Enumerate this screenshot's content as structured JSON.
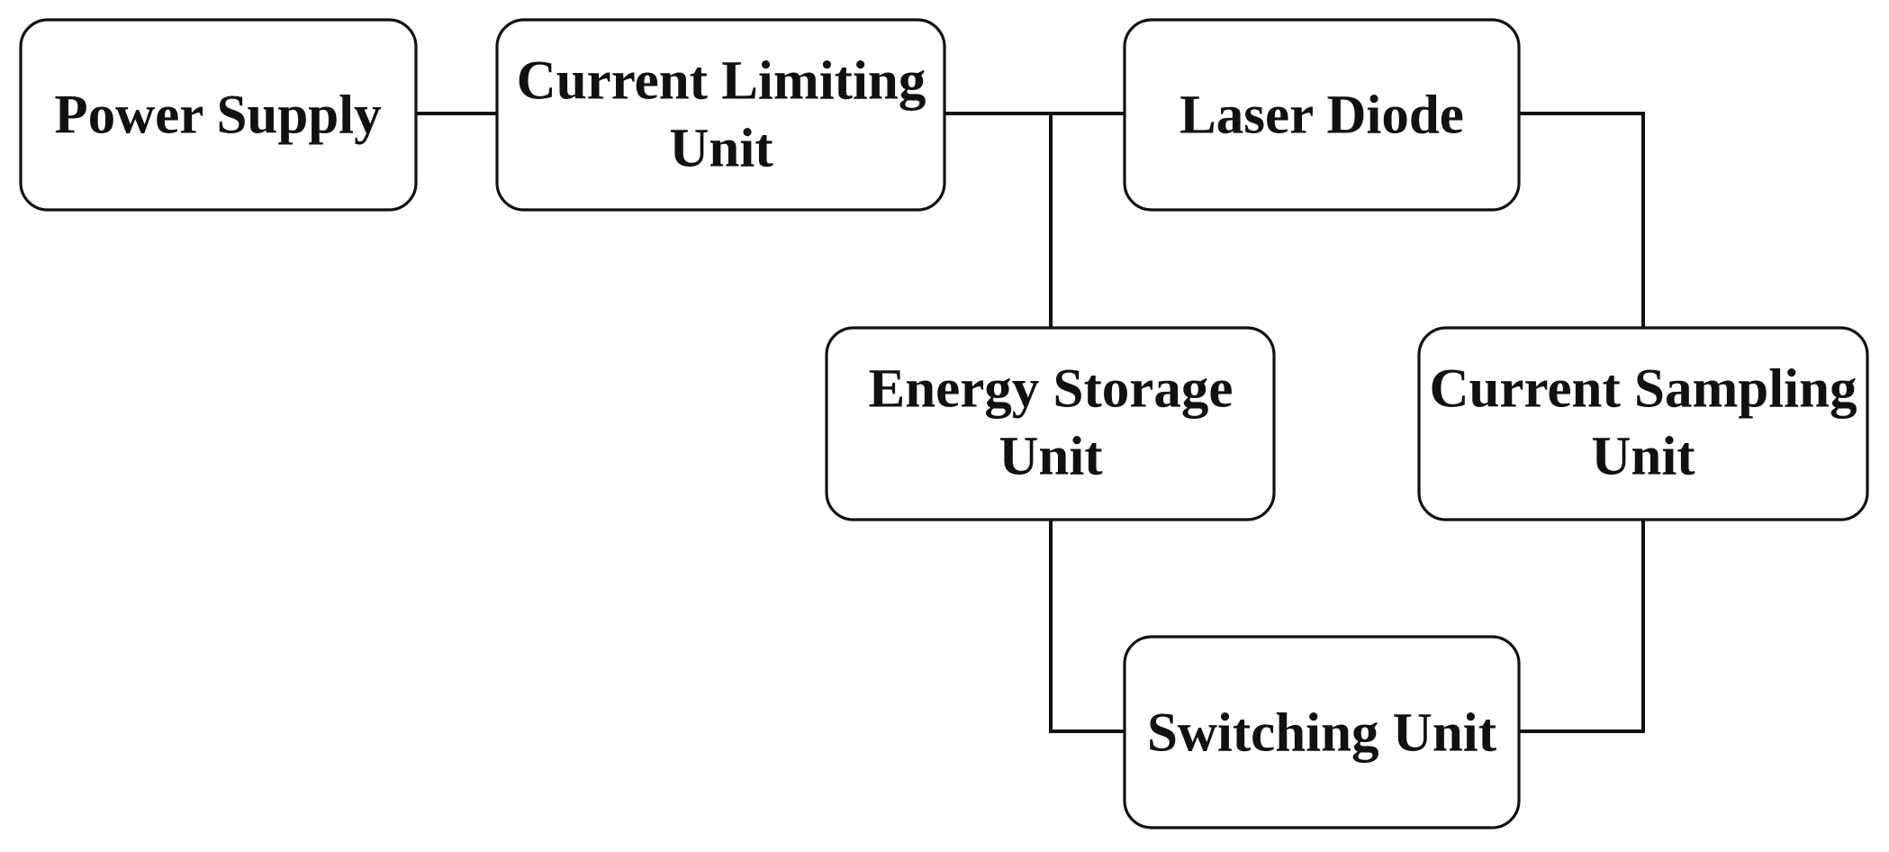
{
  "nodes": {
    "power_supply": {
      "lines": [
        "Power Supply"
      ]
    },
    "current_limiting": {
      "lines": [
        "Current Limiting",
        "Unit"
      ]
    },
    "laser_diode": {
      "lines": [
        "Laser Diode"
      ]
    },
    "energy_storage": {
      "lines": [
        "Energy Storage",
        "Unit"
      ]
    },
    "current_sampling": {
      "lines": [
        "Current Sampling",
        "Unit"
      ]
    },
    "switching": {
      "lines": [
        "Switching Unit"
      ]
    }
  },
  "edges": [
    {
      "from": "power_supply",
      "to": "current_limiting"
    },
    {
      "from": "current_limiting",
      "to": "laser_diode"
    },
    {
      "from": "current_limiting",
      "to": "energy_storage"
    },
    {
      "from": "laser_diode",
      "to": "current_sampling"
    },
    {
      "from": "energy_storage",
      "to": "switching"
    },
    {
      "from": "current_sampling",
      "to": "switching"
    }
  ],
  "colors": {
    "stroke": "#111111",
    "fill": "#ffffff",
    "text": "#111111"
  }
}
